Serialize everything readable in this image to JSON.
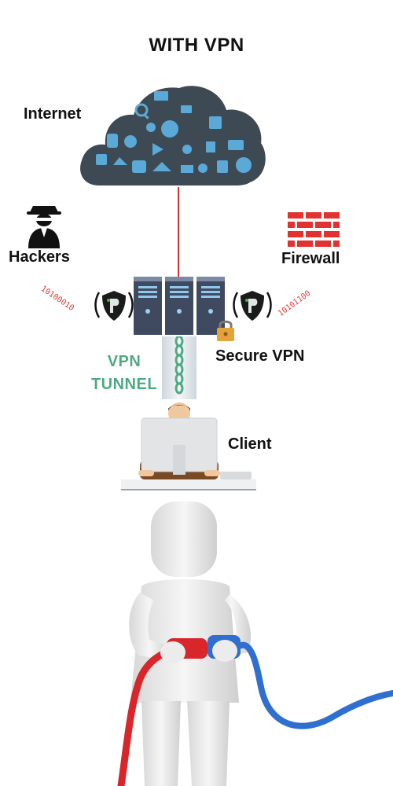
{
  "title": "WITH VPN",
  "labels": {
    "internet": "Internet",
    "hackers": "Hackers",
    "firewall": "Firewall",
    "secure_vpn": "Secure VPN",
    "vpn": "VPN",
    "tunnel": "TUNNEL",
    "client": "Client"
  },
  "binary": {
    "left": "10100010",
    "right": "10101100"
  },
  "icons": [
    "cloud-icon",
    "hacker-icon",
    "firewall-icon",
    "server-icon",
    "vpn-shield-icon",
    "lock-icon",
    "client-icon",
    "person-icon",
    "cable-icon"
  ],
  "colors": {
    "cloud": "#3d4a54",
    "cloud_icons": "#5aa9d6",
    "link_line": "#d9342b",
    "tunnel_chain": "#4faa84",
    "firewall": "#e2312f",
    "server": "#3f4960",
    "lock": "#e6a23a"
  }
}
